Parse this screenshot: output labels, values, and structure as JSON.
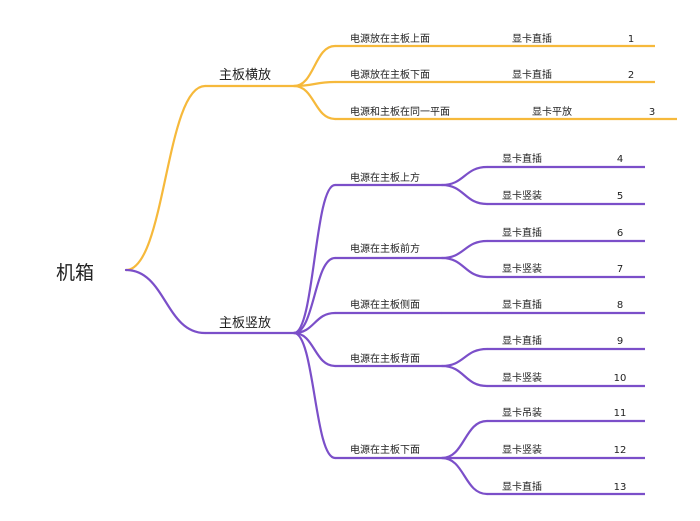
{
  "root": {
    "label": "机箱"
  },
  "colors": {
    "yellow": "#f6b93b",
    "purple": "#7b4fc9"
  },
  "branches": [
    {
      "label": "主板横放",
      "color": "yellow",
      "children": [
        {
          "label": "电源放在主板上面",
          "card": "显卡直插",
          "num": "1"
        },
        {
          "label": "电源放在主板下面",
          "card": "显卡直插",
          "num": "2"
        },
        {
          "label": "电源和主板在同一平面",
          "card": "显卡平放",
          "num": "3"
        }
      ]
    },
    {
      "label": "主板竖放",
      "color": "purple",
      "children": [
        {
          "label": "电源在主板上方",
          "items": [
            {
              "card": "显卡直插",
              "num": "4"
            },
            {
              "card": "显卡竖装",
              "num": "5"
            }
          ]
        },
        {
          "label": "电源在主板前方",
          "items": [
            {
              "card": "显卡直插",
              "num": "6"
            },
            {
              "card": "显卡竖装",
              "num": "7"
            }
          ]
        },
        {
          "label": "电源在主板侧面",
          "items": [
            {
              "card": "显卡直插",
              "num": "8"
            }
          ]
        },
        {
          "label": "电源在主板背面",
          "items": [
            {
              "card": "显卡直插",
              "num": "9"
            },
            {
              "card": "显卡竖装",
              "num": "10"
            }
          ]
        },
        {
          "label": "电源在主板下面",
          "items": [
            {
              "card": "显卡吊装",
              "num": "11"
            },
            {
              "card": "显卡竖装",
              "num": "12"
            },
            {
              "card": "显卡直插",
              "num": "13"
            }
          ]
        }
      ]
    }
  ]
}
